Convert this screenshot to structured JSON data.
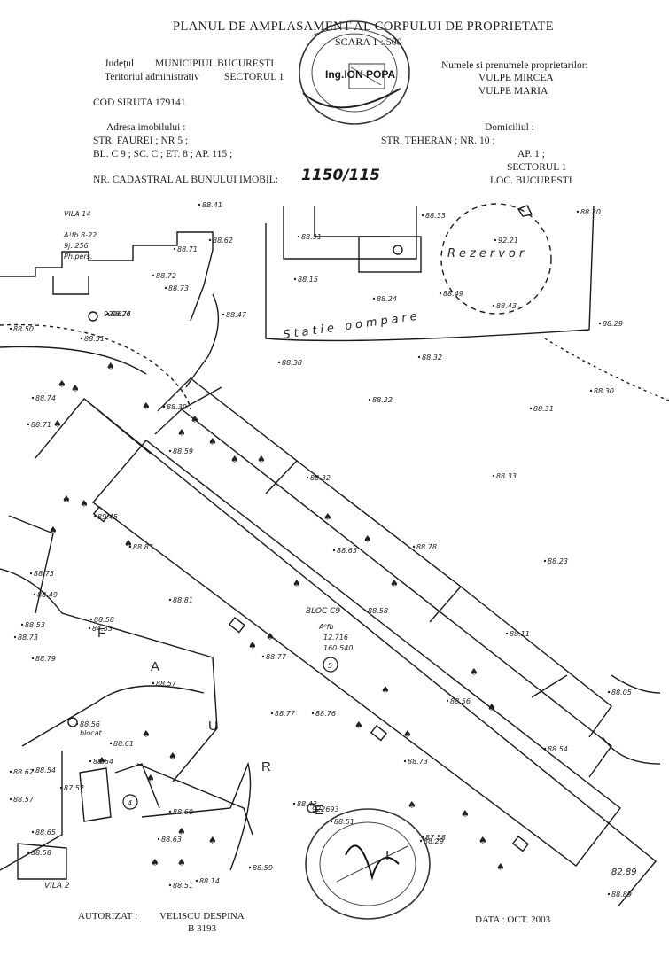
{
  "header": {
    "title": "PLANUL DE AMPLASAMENT AL CORPULUI DE PROPRIETATE",
    "scale": "SCARA 1 : 500",
    "judet_label": "Județul",
    "judet_value": "MUNICIPIUL BUCUREȘTI",
    "teritoriu_label": "Teritoriul administrativ",
    "teritoriu_value": "SECTORUL 1",
    "siruta": "COD SIRUTA 179141",
    "engineer": "Ing.ION POPA",
    "owners_label": "Numele și prenumele proprietarilor:",
    "owner1": "VULPE MIRCEA",
    "owner2": "VULPE MARIA"
  },
  "address": {
    "label": "Adresa imobilului :",
    "line1": "STR.  FAUREI ;  NR 5 ;",
    "line2": "BL. C 9 ;  SC. C ; ET. 8 ;  AP. 115 ;",
    "domicile_label": "Domiciliul :",
    "dom1": "STR.  TEHERAN ;  NR. 10 ;",
    "dom2": "AP. 1 ;",
    "dom3": "SECTORUL  1",
    "dom4": "LOC. BUCURESTI"
  },
  "cadastral": {
    "label": "NR. CADASTRAL AL BUNULUI IMOBIL:",
    "value": "1150/115"
  },
  "map": {
    "vila14": "VILA 14",
    "vila14_code": "A¹fb 8-22",
    "vila14_sub": "9j. 256",
    "vila14_note": "Ph.pers.",
    "vila2": "VILA 2",
    "rezervor": "Rezervor",
    "statie": "Statie pompare",
    "bloc": "BLOC C9",
    "bloc_code": "A⁹fb",
    "bloc_area": "12.716",
    "bloc_sub": "160-540",
    "circle5": "5",
    "circle4": "4",
    "blocat": "blocat",
    "bm1": "922626",
    "bm2": "922693",
    "street_letters": [
      "F",
      "A",
      "U",
      "R",
      "E",
      "I"
    ],
    "elevations": [
      "88.41",
      "88.62",
      "88.71",
      "88.72",
      "88.73",
      "88.74",
      "88.50",
      "88.51",
      "88.47",
      "88.33",
      "88.31",
      "88.15",
      "88.24",
      "88.49",
      "88.43",
      "88.29",
      "88.20",
      "92.21",
      "88.38",
      "88.32",
      "88.30",
      "88.22",
      "88.31",
      "88.74",
      "88.71",
      "88.39",
      "88.59",
      "88.32",
      "88.33",
      "89.45",
      "88.83",
      "88.65",
      "88.78",
      "88.23",
      "88.75",
      "88.49",
      "88.81",
      "88.58",
      "88.11",
      "88.53",
      "88.58",
      "84.53",
      "88.73",
      "88.79",
      "88.77",
      "88.56",
      "88.05",
      "88.57",
      "88.56",
      "88.61",
      "88.77",
      "88.76",
      "88.54",
      "88.73",
      "88.64",
      "88.62",
      "88.54",
      "87.52",
      "88.57",
      "88.60",
      "88.65",
      "88.63",
      "87.58",
      "88.58",
      "88.51",
      "88.42",
      "88.51",
      "88.29",
      "88.59",
      "88.14",
      "88.89"
    ],
    "corner_value": "82.89"
  },
  "footer": {
    "autorizat_label": "AUTORIZAT :",
    "autorizat_name": "VELISCU DESPINA",
    "autorizat_code": "B 3193",
    "data": "DATA :  OCT.  2003"
  },
  "colors": {
    "ink": "#1a1a1a"
  }
}
